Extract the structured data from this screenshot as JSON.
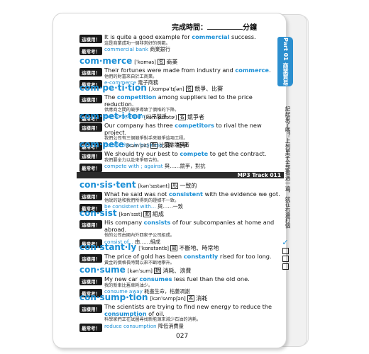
{
  "header": {
    "completion_label": "完成時間：",
    "completion_unit": "分鐘"
  },
  "labels": {
    "example": "這樣用！",
    "common": "最常考！"
  },
  "entries": [
    {
      "id": "commercial-tail",
      "sentence_parts": [
        {
          "t": "It is quite a good example for "
        },
        {
          "t": "commercial",
          "hl": true
        },
        {
          "t": " success."
        }
      ],
      "sentence_zh": "這是商業成功一個非常好的例範。",
      "phrase_en": "commercial bank",
      "phrase_zh": "商業銀行"
    },
    {
      "id": "commerce",
      "word": "com·merce",
      "ipa": "[ˈkɑməs]",
      "pos": "名",
      "meaning": "商業",
      "sentence_parts": [
        {
          "t": "Their fortunes were made from industry and "
        },
        {
          "t": "commerce",
          "hl": true
        },
        {
          "t": "."
        }
      ],
      "sentence_zh": "他們的財富來自於工商業。",
      "phrase_en": "e-commerce",
      "phrase_zh": "電子商務"
    },
    {
      "id": "competition",
      "word": "com·pe·ti·tion",
      "ipa": "[ˌkɑmpəˈtɪʃən]",
      "pos": "名",
      "meaning": "競爭、比賽",
      "sentence_parts": [
        {
          "t": "The "
        },
        {
          "t": "competition",
          "hl": true
        },
        {
          "t": " among suppliers led to the price reduction."
        }
      ],
      "sentence_zh": "供應商之間的競爭導致了價格的下降。",
      "phrase_en": "fair competition",
      "phrase_zh": "公平競爭"
    },
    {
      "id": "competitor",
      "word": "com·pet·i·tor",
      "ipa": "[kəmˈpɛtətɚ]",
      "pos": "名",
      "meaning": "競爭者",
      "sentence_parts": [
        {
          "t": "Our company has three "
        },
        {
          "t": "competitors",
          "hl": true
        },
        {
          "t": " to rival the new project."
        }
      ],
      "sentence_zh": "我們公司有三個競爭對手來競爭這項工程。",
      "phrase_en": "competitor in business",
      "phrase_zh": "同業競爭者"
    },
    {
      "id": "compete",
      "word": "com·pete",
      "ipa": "[kəmˈpit]",
      "pos": "動",
      "meaning": "比賽、競爭",
      "sentence_parts": [
        {
          "t": "We should try our best to "
        },
        {
          "t": "compete",
          "hl": true
        },
        {
          "t": " to get the contract."
        }
      ],
      "sentence_zh": "我們要全力以赴來爭取合約。",
      "phrase_en": "compete with ; against",
      "phrase_zh": "與……競爭，對抗"
    },
    {
      "id": "consistent",
      "word": "con·sis·tent",
      "ipa": "[kənˈsɪstənt]",
      "pos": "形",
      "meaning": "一致的",
      "sentence_parts": [
        {
          "t": "What he said was not "
        },
        {
          "t": "consistent",
          "hl": true
        },
        {
          "t": " with the evidence we got."
        }
      ],
      "sentence_zh": "他說的話和我們所得到的證據不一致。",
      "phrase_en": "be consistent with...",
      "phrase_zh": "與……一致"
    },
    {
      "id": "consist",
      "word": "con·sist",
      "ipa": "[kənˈsɪst]",
      "pos": "動",
      "meaning": "組成",
      "sentence_parts": [
        {
          "t": "His company "
        },
        {
          "t": "consists",
          "hl": true
        },
        {
          "t": " of four subcompanies at home and abroad."
        }
      ],
      "sentence_zh": "他的公司由國內外四家子公司組成。",
      "phrase_en": "consist of...",
      "phrase_zh": "由……組成"
    },
    {
      "id": "constantly",
      "word": "con·stant·ly",
      "ipa": "[ˈkɑnstəntlɪ]",
      "pos": "副",
      "meaning": "不斷地、時常地",
      "sentence_parts": [
        {
          "t": "The price of gold has been "
        },
        {
          "t": "constantly",
          "hl": true
        },
        {
          "t": " rised for too long."
        }
      ],
      "sentence_zh": "黃金的價格長時間以來不斷地攀升。",
      "phrase_en": null,
      "phrase_zh": null
    },
    {
      "id": "consume",
      "word": "con·sume",
      "ipa": "[kənˈsum]",
      "pos": "動",
      "meaning": "消耗、浪費",
      "sentence_parts": [
        {
          "t": "My new car "
        },
        {
          "t": "consumes",
          "hl": true
        },
        {
          "t": " less fuel than the old one."
        }
      ],
      "sentence_zh": "我的新車比舊車耗油少。",
      "phrase_en": "consume away",
      "phrase_zh": "耗盡生命，枯萎凋謝"
    },
    {
      "id": "consumption",
      "word": "con·sump·tion",
      "ipa": "[kənˈsʌmpʃən]",
      "pos": "名",
      "meaning": "消耗",
      "sentence_parts": [
        {
          "t": "The scientists are trying to find new energy to reduce the "
        },
        {
          "t": "consumption",
          "hl": true
        },
        {
          "t": " of oil."
        }
      ],
      "sentence_zh": "科學家們正在試圖尋找新能源來減少石油的消耗。",
      "phrase_en": "reduce consumption",
      "phrase_zh": "降低消費量"
    }
  ],
  "track": "MP3 Track 011",
  "page_number": "027",
  "side_tab": "Part 01 商業貿易篇",
  "side_note": "記起來了嗎？上列單字全部看過一遍，就在右邊打個",
  "checkmark": "✓"
}
